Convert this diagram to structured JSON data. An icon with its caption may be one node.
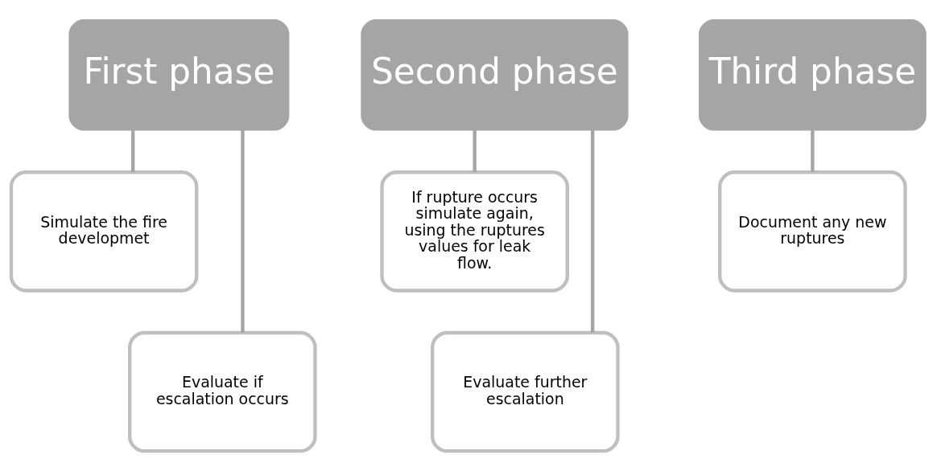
{
  "diagram": {
    "nodes": [
      {
        "text": [
          "First phase"
        ]
      },
      {
        "text": [
          "Simulate the fire developmet"
        ]
      },
      {
        "text": [
          "Evaluate if escalation occurs"
        ]
      },
      {
        "text": [
          "Second phase"
        ]
      },
      {
        "text": [
          "If rupture occurs simulate again, using the ruptures values for leak flow."
        ]
      },
      {
        "text": [
          "Evaluate further escalation"
        ]
      },
      {
        "text": [
          "Third phase"
        ]
      },
      {
        "text": [
          "Document any new ruptures"
        ]
      }
    ],
    "edges": [
      {
        "from": 0,
        "to": 1,
        "arrow": "none"
      },
      {
        "from": 0,
        "to": 2,
        "arrow": "none"
      },
      {
        "from": 3,
        "to": 4,
        "arrow": "none"
      },
      {
        "from": 3,
        "to": 5,
        "arrow": "none"
      },
      {
        "from": 6,
        "to": 7,
        "arrow": "none"
      }
    ]
  }
}
